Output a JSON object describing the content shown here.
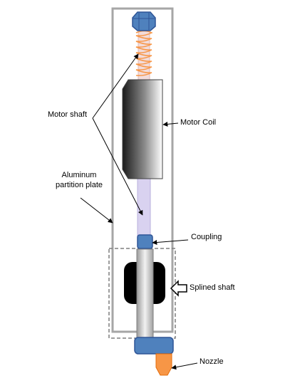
{
  "labels": {
    "motor_shaft": "Motor shaft",
    "motor_coil": "Motor Coil",
    "aluminum_partition_line1": "Aluminum",
    "aluminum_partition_line2": "partition plate",
    "coupling": "Coupling",
    "splined_shaft": "Splined shaft",
    "nozzle": "Nozzle"
  },
  "colors": {
    "frame": "#a6a6a6",
    "bolt_blue": "#4f81bd",
    "bolt_blue_dark": "#2f5597",
    "spring": "#f79646",
    "shaft_pink": "#f2dcdb",
    "shaft_lavender": "#d9d2f0",
    "nozzle_orange": "#f79646",
    "splined_black": "#000000",
    "dashed_box": "#7f7f7f"
  }
}
